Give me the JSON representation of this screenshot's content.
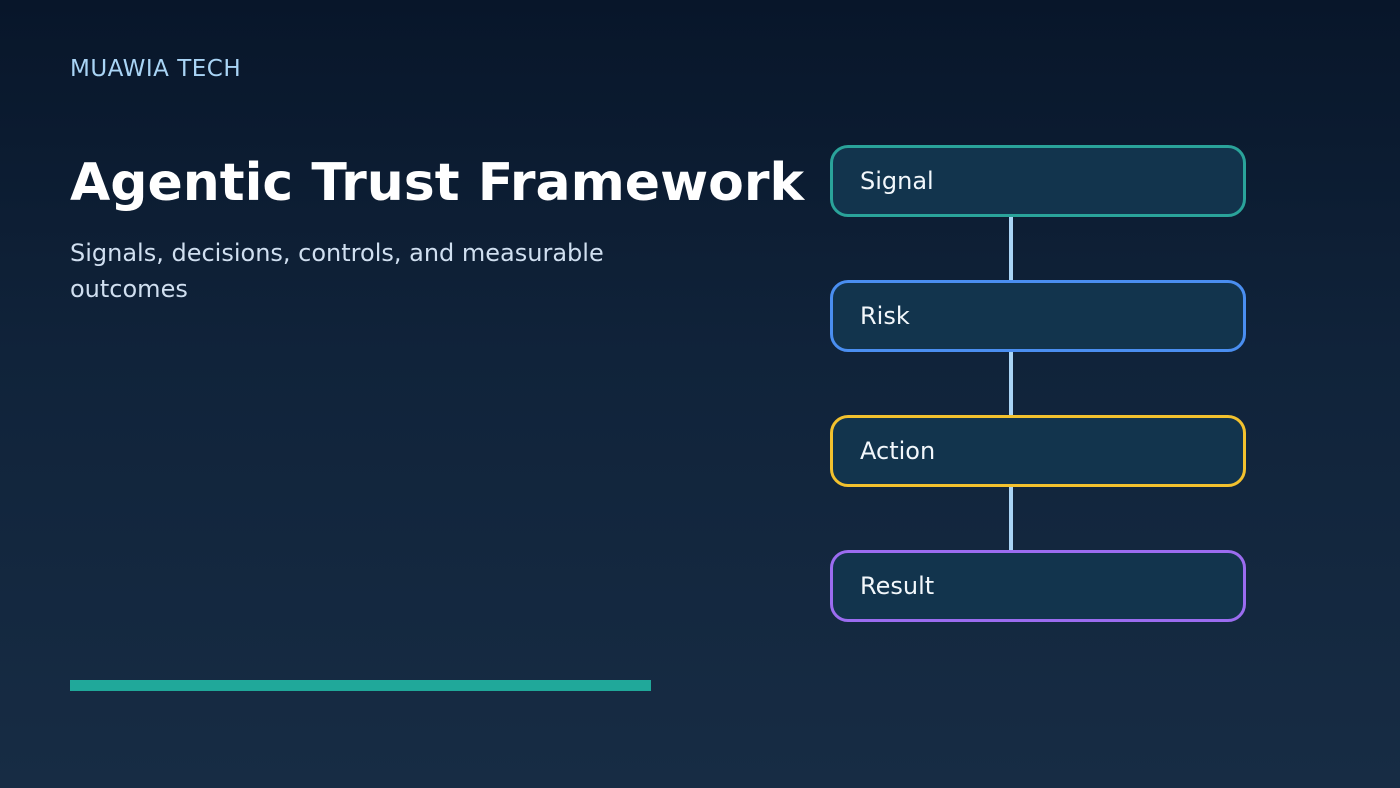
{
  "brand": "MUAWIA TECH",
  "title": "Agentic Trust Framework",
  "subtitle": "Signals, decisions, controls, and measurable outcomes",
  "colors": {
    "accent_bar": "#20a89a",
    "connector": "#a9d4f5",
    "box_fill": "#12344d"
  },
  "steps": [
    {
      "label": "Signal",
      "border_color": "#2aa39a"
    },
    {
      "label": "Risk",
      "border_color": "#4a8ef0"
    },
    {
      "label": "Action",
      "border_color": "#f2c12e"
    },
    {
      "label": "Result",
      "border_color": "#9b6cf0"
    }
  ]
}
